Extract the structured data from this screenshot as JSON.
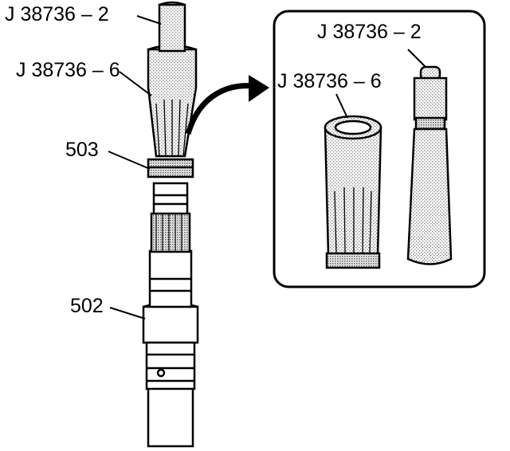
{
  "diagram": {
    "labels": {
      "tool_top_main": "J 38736 – 2",
      "tool_sleeve_main": "J 38736 – 6",
      "seal": "503",
      "shaft": "502",
      "tool_top_inset": "J 38736 – 2",
      "tool_sleeve_inset": "J 38736 – 6"
    },
    "colors": {
      "line": "#000000",
      "background": "#ffffff",
      "stipple": "#9a9a9a"
    }
  }
}
